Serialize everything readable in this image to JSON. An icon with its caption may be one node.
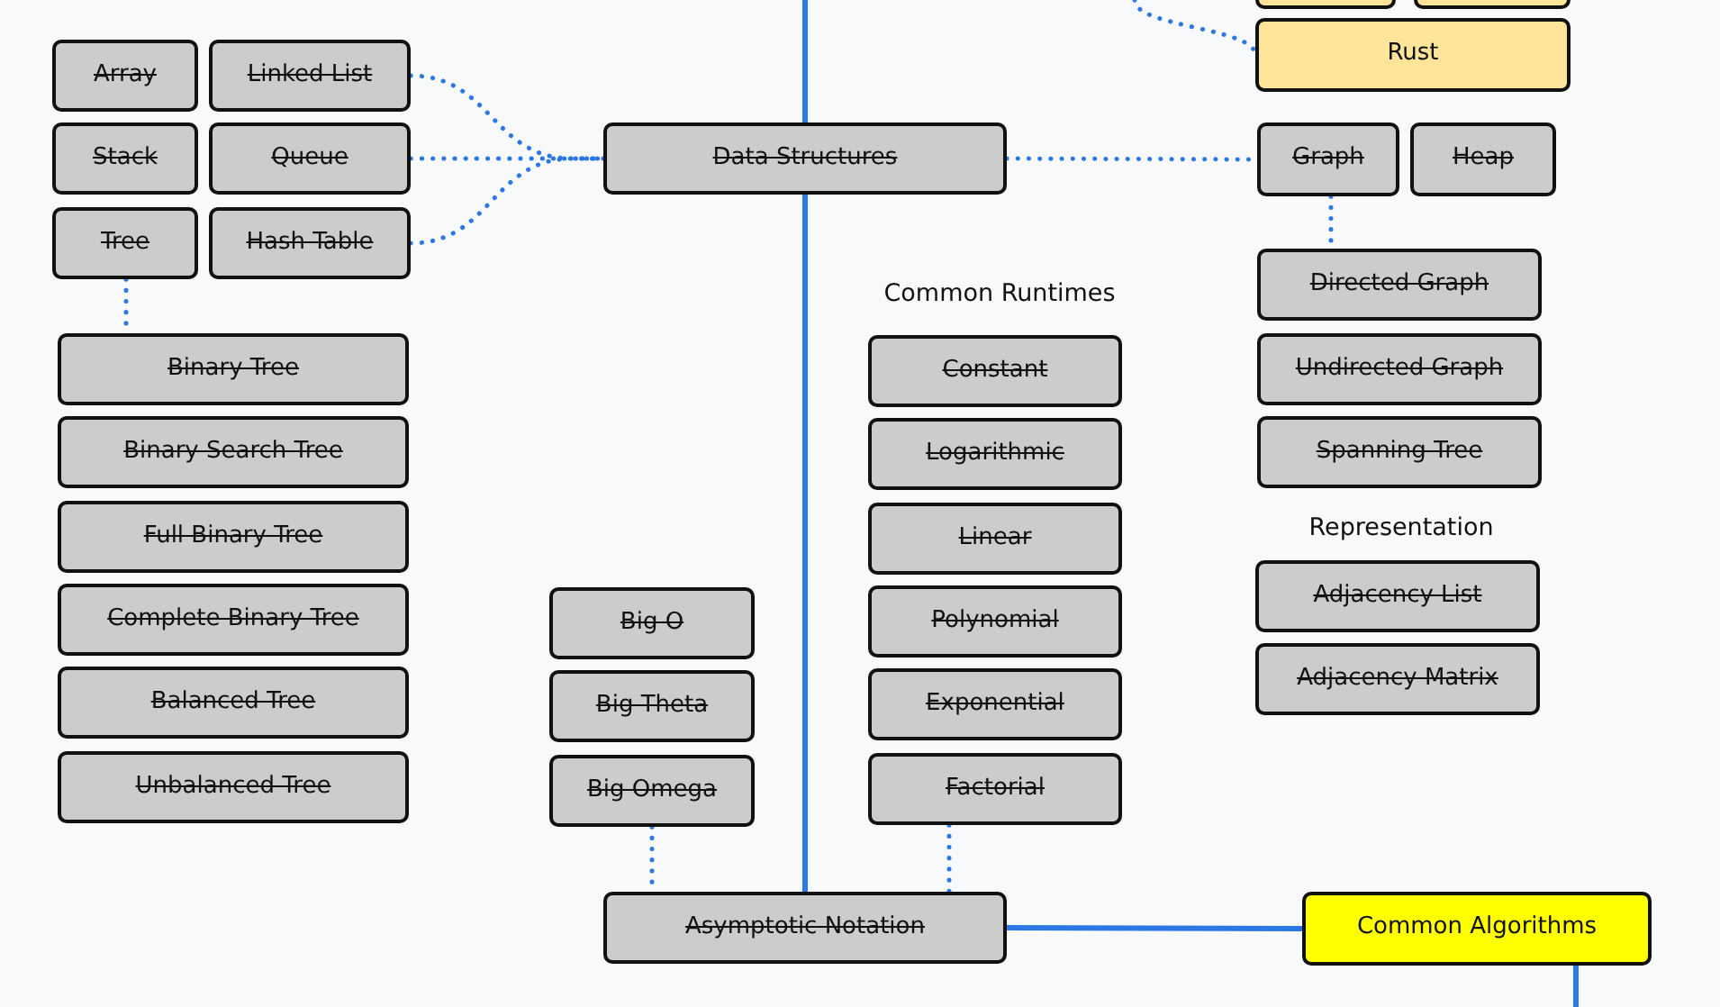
{
  "diagram": {
    "nodes": [
      {
        "text": [],
        "shape": "box"
      },
      {
        "text": [],
        "shape": "box"
      },
      {
        "text": [
          "Rust"
        ]
      },
      {
        "text": [
          "Array"
        ]
      },
      {
        "text": [
          "Linked List"
        ]
      },
      {
        "text": [
          "Stack"
        ]
      },
      {
        "text": [
          "Queue"
        ]
      },
      {
        "text": [
          "Tree"
        ]
      },
      {
        "text": [
          "Hash Table"
        ]
      },
      {
        "text": [
          "Data Structures"
        ]
      },
      {
        "text": [
          "Graph"
        ]
      },
      {
        "text": [
          "Heap"
        ]
      },
      {
        "text": [
          "Binary Tree"
        ]
      },
      {
        "text": [
          "Binary Search Tree"
        ]
      },
      {
        "text": [
          "Full Binary Tree"
        ]
      },
      {
        "text": [
          "Complete Binary Tree"
        ]
      },
      {
        "text": [
          "Balanced Tree"
        ]
      },
      {
        "text": [
          "Unbalanced Tree"
        ]
      },
      {
        "text": [
          "Directed Graph"
        ]
      },
      {
        "text": [
          "Undirected Graph"
        ]
      },
      {
        "text": [
          "Spanning Tree"
        ]
      },
      {
        "text": [
          "Adjacency List"
        ]
      },
      {
        "text": [
          "Adjacency Matrix"
        ]
      },
      {
        "text": [
          "Constant"
        ]
      },
      {
        "text": [
          "Logarithmic"
        ]
      },
      {
        "text": [
          "Linear"
        ]
      },
      {
        "text": [
          "Polynomial"
        ]
      },
      {
        "text": [
          "Exponential"
        ]
      },
      {
        "text": [
          "Factorial"
        ]
      },
      {
        "text": [
          "Big O"
        ]
      },
      {
        "text": [
          "Big Theta"
        ]
      },
      {
        "text": [
          "Big Omega"
        ]
      },
      {
        "text": [
          "Asymptotic Notation"
        ]
      },
      {
        "text": [
          "Common Algorithms"
        ]
      }
    ],
    "edges": [
      {
        "from": null,
        "to": 2,
        "arrow": "none",
        "style": "dashed"
      },
      {
        "from": null,
        "to": 9,
        "arrow": "none"
      },
      {
        "from": 4,
        "to": 9,
        "arrow": "none",
        "style": "dashed"
      },
      {
        "from": 6,
        "to": 9,
        "arrow": "none",
        "style": "dashed"
      },
      {
        "from": 8,
        "to": 9,
        "arrow": "none",
        "style": "dashed"
      },
      {
        "from": 9,
        "to": 10,
        "arrow": "none",
        "style": "dashed"
      },
      {
        "from": 7,
        "to": 12,
        "arrow": "none",
        "style": "dashed"
      },
      {
        "from": 10,
        "to": 18,
        "arrow": "none",
        "style": "dashed"
      },
      {
        "from": 9,
        "to": 32,
        "arrow": "none"
      },
      {
        "from": 31,
        "to": 32,
        "arrow": "none",
        "style": "dashed"
      },
      {
        "from": 28,
        "to": 32,
        "arrow": "none",
        "style": "dashed"
      },
      {
        "from": 32,
        "to": 33,
        "arrow": "none"
      },
      {
        "from": 33,
        "to": null,
        "arrow": "none"
      }
    ],
    "labels": [
      "Common Runtimes",
      "Representation"
    ]
  }
}
